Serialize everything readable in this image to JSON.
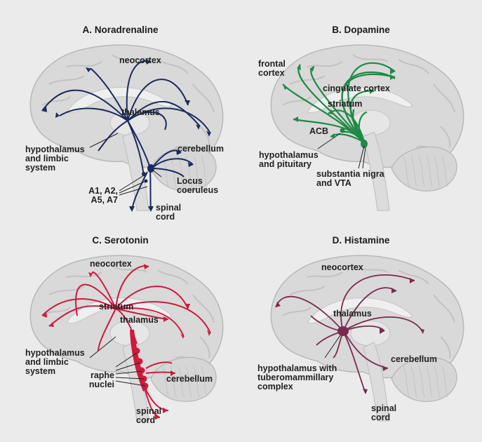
{
  "panels": {
    "a": {
      "title": "A. Noradrenaline",
      "color": "#1b2a5e",
      "labels": {
        "neocortex": "neocortex",
        "thalamus": "thalamus",
        "hypothalamus": "hypothalamus\nand limbic\nsystem",
        "cerebellum": "cerebellum",
        "locus": "Locus\ncoeruleus",
        "a_groups": "A1, A2,\nA5, A7",
        "spinal": "spinal\ncord"
      }
    },
    "b": {
      "title": "B. Dopamine",
      "color": "#1e8a45",
      "labels": {
        "frontal": "frontal\ncortex",
        "cingulate": "cingulate cortex",
        "striatum": "striatum",
        "acb": "ACB",
        "hypothalamus": "hypothalamus\nand pituitary",
        "substantia": "substantia nigra\nand VTA"
      }
    },
    "c": {
      "title": "C. Serotonin",
      "color": "#cf1a3c",
      "labels": {
        "neocortex": "neocortex",
        "striatum": "striatum",
        "thalamus": "thalamus",
        "hypothalamus": "hypothalamus\nand limbic\nsystem",
        "raphe": "raphe\nnuclei",
        "cerebellum": "cerebellum",
        "spinal": "spinal\ncord"
      }
    },
    "d": {
      "title": "D. Histamine",
      "color": "#7a2a4f",
      "labels": {
        "neocortex": "neocortex",
        "thalamus": "thalamus",
        "hypothalamus": "hypothalamus with\ntuberomammillary\ncomplex",
        "cerebellum": "cerebellum",
        "spinal": "spinal\ncord"
      }
    }
  }
}
